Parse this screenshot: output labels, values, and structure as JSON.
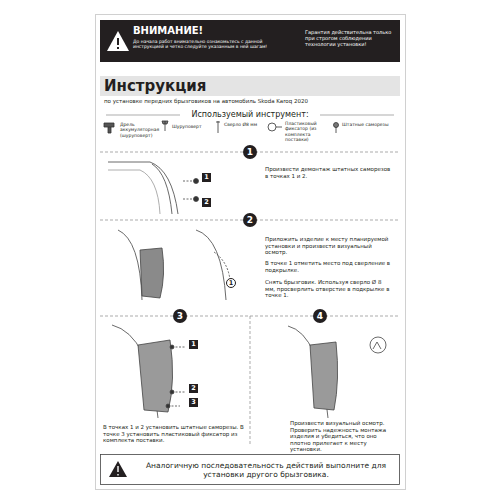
{
  "diagram": {
    "title": "Инструкция",
    "nodes": [
      {
        "text": [
          "ВНИМАНИЕ!",
          "До начала работ внимательно ознакомьтесь с данной инструкцией и четко следуйте указанным в ней шагам!",
          "Гарантия действительна только при строгом соблюдении технологии установки!"
        ]
      },
      {
        "text": [
          "Инструкция"
        ]
      },
      {
        "text": [
          "1"
        ]
      },
      {
        "text": [
          "1"
        ]
      },
      {
        "text": [
          "2"
        ]
      },
      {
        "text": [
          "2"
        ]
      },
      {
        "text": [
          "1"
        ]
      },
      {
        "text": [
          "3"
        ]
      },
      {
        "text": [
          "4"
        ]
      },
      {
        "text": [
          "1"
        ]
      },
      {
        "text": [
          "2"
        ]
      },
      {
        "text": [
          "3"
        ]
      },
      {
        "text": [
          "Аналогичную последовательность действий выполните для установки другого брызговика."
        ]
      }
    ],
    "labels": [
      "по установке передних брызговиков на автомобиль Skoda Karoq 2020",
      "Используемый инструмент:",
      "Дрель аккумуляторная (шуруповерт)",
      "Шуруповерт",
      "Сверло Ø8 мм",
      "Пластиковый фиксатор (из комплекта поставки)",
      "Штатные саморезы",
      "Произвести демонтаж штатных саморезов в точках 1 и 2.",
      "Приложить изделие к месту планируемой установки и произвести визуальный осмотр.",
      "В точке 1 отметить место под сверление в подкрылке.",
      "Снять брызговик. Используя сверло Ø 8 мм, просверлить отверстие в подкрылке в точке 1.",
      "В точках 1 и 2 установить штатные саморезы. В точке 3 установить пластиковый фиксатор из комплекта поставки.",
      "Произвести визуальный осмотр. Проверить надежность монтажа изделия и убедиться, что оно плотно прилегает к месту установки."
    ]
  }
}
